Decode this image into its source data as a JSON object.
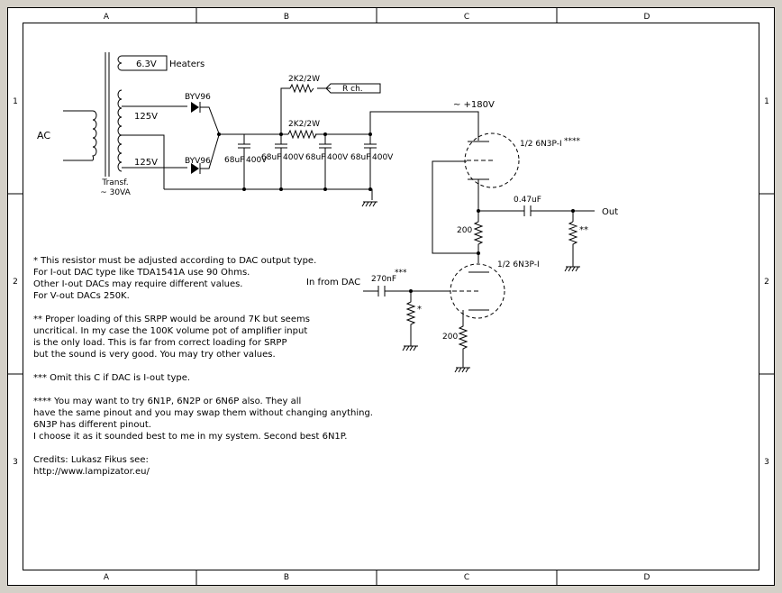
{
  "frame": {
    "columns": [
      "A",
      "B",
      "C",
      "D"
    ],
    "rows": [
      "1",
      "2",
      "3"
    ]
  },
  "schematic": {
    "transformer": {
      "label": "Transf.",
      "rating": "~ 30VA"
    },
    "ac_label": "AC",
    "heater_voltage": "6.3V",
    "heaters_label": "Heaters",
    "secondary_top": "125V",
    "secondary_bottom": "125V",
    "diode_top": "BYV96",
    "diode_bottom": "BYV96",
    "resistor_1": "2K2/2W",
    "resistor_2": "2K2/2W",
    "r_channel": "R ch.",
    "cap_value": "68uF",
    "cap_voltage": "400V",
    "supply": "~ +180V",
    "tube_top": "1/2 6N3P-I",
    "tube_top_note": "****",
    "tube_bottom": "1/2 6N3P-I",
    "coupling_cap": "0.47uF",
    "out_label": "Out",
    "load_note": "**",
    "resistor_mid": "200",
    "resistor_cathode": "200",
    "input_label": "In from DAC",
    "input_cap": "270nF",
    "input_cap_note": "***",
    "grid_resistor_note": "*"
  },
  "notes": [
    "* This resistor must be adjusted according to DAC output type.",
    "For I-out DAC type like TDA1541A use 90 Ohms.",
    "Other I-out DACs may require different values.",
    "For V-out DACs 250K.",
    "",
    "** Proper loading of this SRPP would be around 7K but seems",
    "uncritical. In my case the 100K volume pot of amplifier input",
    "is the only load. This is far from correct loading for SRPP",
    "but the sound is very good. You may try other values.",
    "",
    "*** Omit this C if DAC is I-out type.",
    "",
    "**** You may want to try 6N1P, 6N2P or 6N6P also. They all",
    "have the same pinout and you may swap them without changing anything.",
    "6N3P has different pinout.",
    "I choose it as it sounded best to me in my system.  Second best 6N1P.",
    "",
    "Credits: Lukasz Fikus see:",
    "http://www.lampizator.eu/"
  ]
}
